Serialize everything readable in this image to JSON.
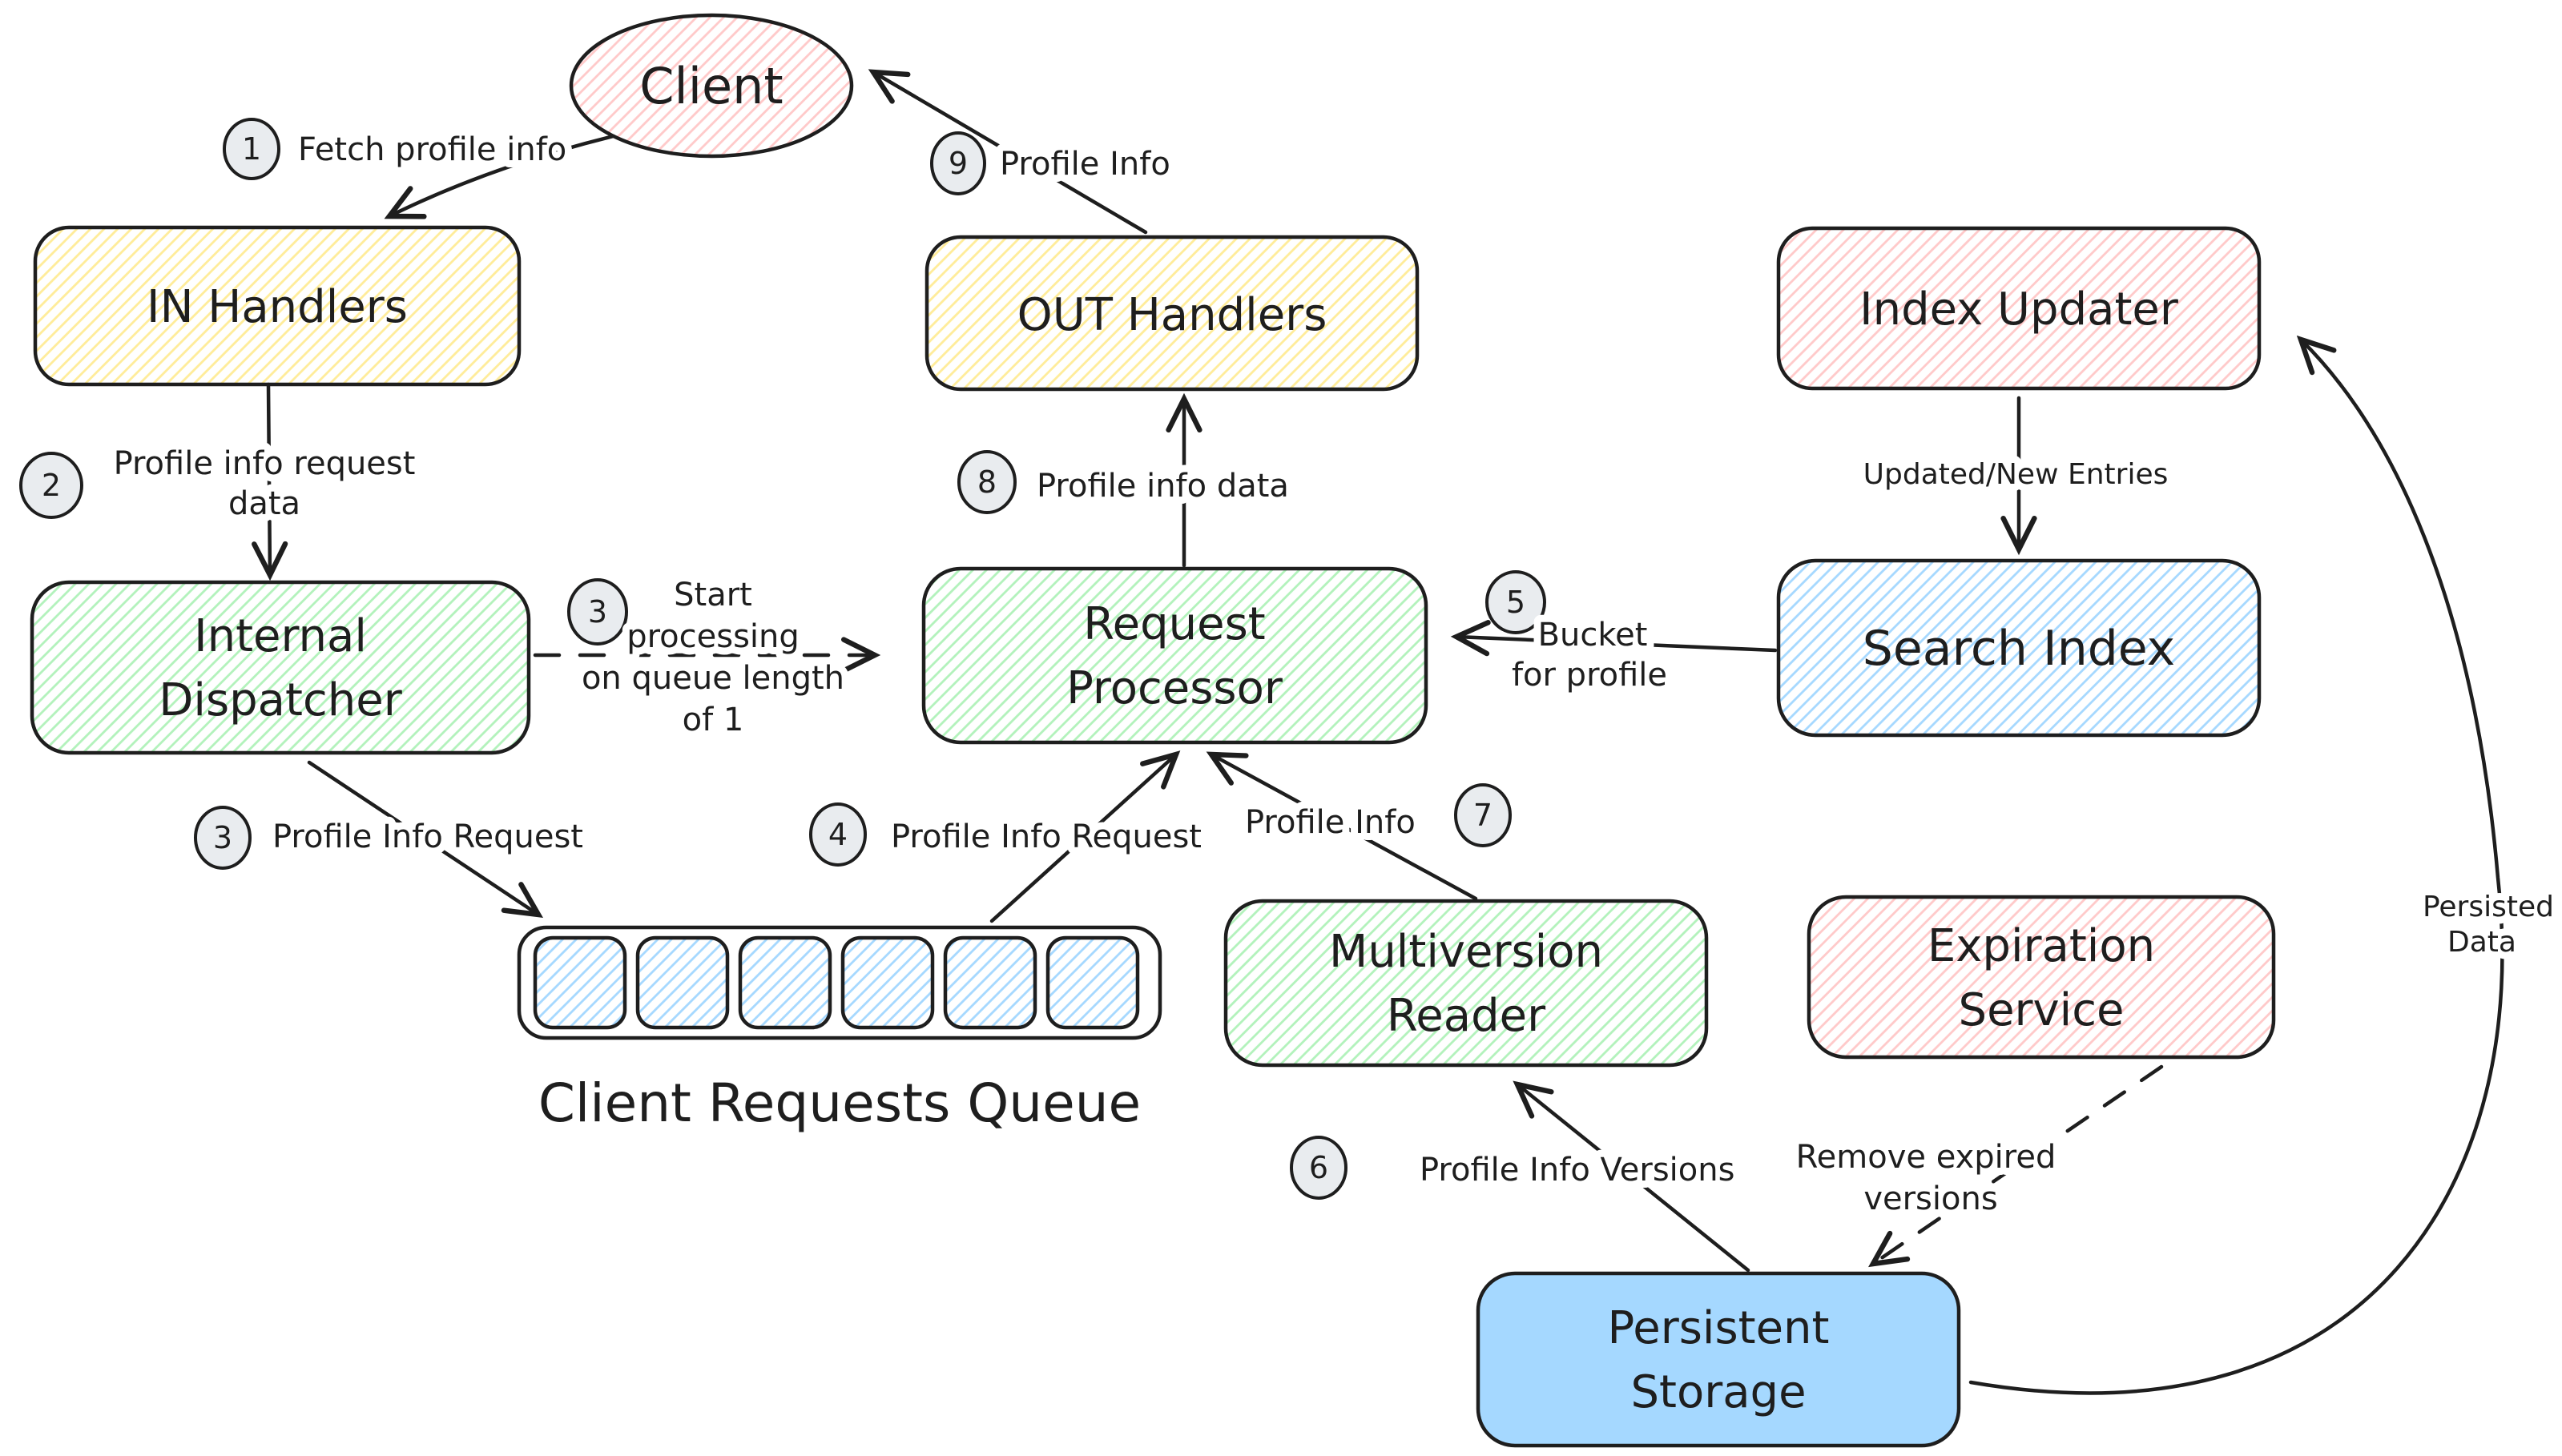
{
  "canvas": {
    "background": "#ffffff",
    "stroke_color": "#1e1e1e"
  },
  "palette": {
    "red_hatch": "#ffc9c9",
    "yellow_hatch": "#ffec99",
    "green_hatch": "#b2f2bb",
    "blue_hatch": "#a5d8ff",
    "solid_blue": "#a5d8ff",
    "badge_fill": "#e9ecef"
  },
  "nodes": {
    "client": {
      "label": "Client"
    },
    "in_handlers": {
      "label": "IN Handlers"
    },
    "out_handlers": {
      "label": "OUT Handlers"
    },
    "index_updater": {
      "label": "Index Updater"
    },
    "internal_dispatcher": {
      "line1": "Internal",
      "line2": "Dispatcher"
    },
    "request_processor": {
      "line1": "Request",
      "line2": "Processor"
    },
    "search_index": {
      "label": "Search Index"
    },
    "client_requests_queue": {
      "label": "Client Requests Queue",
      "slots": 6
    },
    "multiversion_reader": {
      "line1": "Multiversion",
      "line2": "Reader"
    },
    "expiration_service": {
      "line1": "Expiration",
      "line2": "Service"
    },
    "persistent_storage": {
      "line1": "Persistent",
      "line2": "Storage"
    }
  },
  "steps": {
    "s1": {
      "num": "1",
      "label": "Fetch profile info"
    },
    "s2": {
      "num": "2",
      "line1": "Profile info request",
      "line2": "data"
    },
    "s3_start": {
      "num": "3",
      "line1": "Start",
      "line2": "processing",
      "line3": "on queue length",
      "line4": "of 1"
    },
    "s3_queue": {
      "num": "3",
      "label": "Profile Info Request"
    },
    "s4": {
      "num": "4",
      "label": "Profile Info Request"
    },
    "s5": {
      "num": "5",
      "line1": "Bucket",
      "line2": "for profile"
    },
    "s6": {
      "num": "6",
      "label": "Profile Info Versions"
    },
    "s7": {
      "num": "7",
      "label": "Profile Info"
    },
    "s8": {
      "num": "8",
      "label": "Profile info data"
    },
    "s9": {
      "num": "9",
      "label": "Profile Info"
    }
  },
  "edge_labels": {
    "updated_new_entries": {
      "label": "Updated/New Entries"
    },
    "remove_expired": {
      "line1": "Remove expired",
      "line2": "versions"
    },
    "persisted_data": {
      "line1": "Persisted",
      "line2": "Data"
    }
  },
  "connections": [
    {
      "from": "Client",
      "to": "IN Handlers",
      "step": "1",
      "style": "solid"
    },
    {
      "from": "IN Handlers",
      "to": "Internal Dispatcher",
      "step": "2",
      "style": "solid"
    },
    {
      "from": "Internal Dispatcher",
      "to": "Request Processor",
      "step": "3",
      "style": "dashed"
    },
    {
      "from": "Internal Dispatcher",
      "to": "Client Requests Queue",
      "step": "3",
      "style": "solid"
    },
    {
      "from": "Client Requests Queue",
      "to": "Request Processor",
      "step": "4",
      "style": "solid"
    },
    {
      "from": "Search Index",
      "to": "Request Processor",
      "step": "5",
      "style": "solid"
    },
    {
      "from": "Persistent Storage",
      "to": "Multiversion Reader",
      "step": "6",
      "style": "solid"
    },
    {
      "from": "Multiversion Reader",
      "to": "Request Processor",
      "step": "7",
      "style": "solid"
    },
    {
      "from": "Request Processor",
      "to": "OUT Handlers",
      "step": "8",
      "style": "solid"
    },
    {
      "from": "OUT Handlers",
      "to": "Client",
      "step": "9",
      "style": "solid"
    },
    {
      "from": "Index Updater",
      "to": "Search Index",
      "label": "Updated/New Entries",
      "style": "solid"
    },
    {
      "from": "Expiration Service",
      "to": "Persistent Storage",
      "label": "Remove expired versions",
      "style": "dashed"
    },
    {
      "from": "Persistent Storage",
      "to": "Index Updater",
      "label": "Persisted Data",
      "style": "solid-curve"
    }
  ]
}
